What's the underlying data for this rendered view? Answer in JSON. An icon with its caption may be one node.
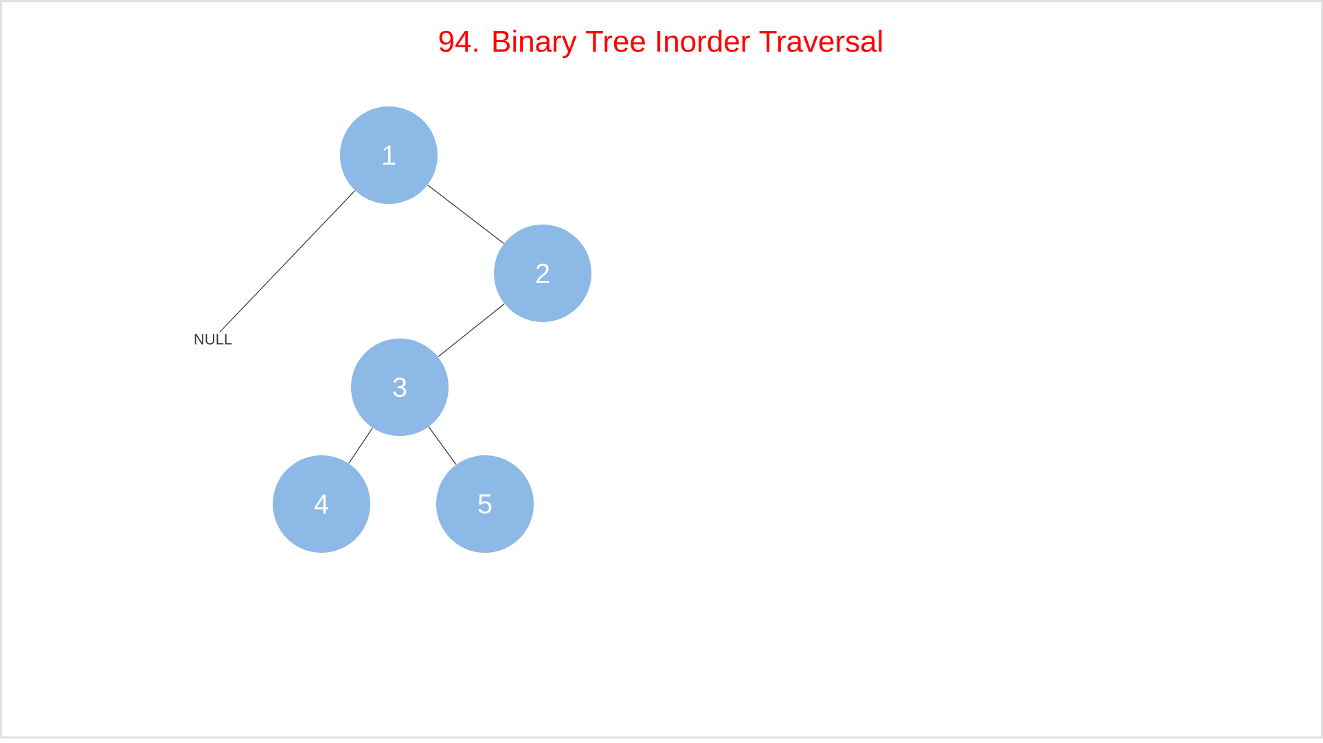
{
  "diagram": {
    "title": "94. Binary Tree Inorder Traversal",
    "nodes": [
      {
        "text": [
          "1"
        ]
      },
      {
        "text": [
          "NULL"
        ]
      },
      {
        "text": [
          "2"
        ]
      },
      {
        "text": [
          "3"
        ]
      },
      {
        "text": [
          "4"
        ]
      },
      {
        "text": [
          "5"
        ]
      }
    ],
    "edges": [
      {
        "from": 0,
        "to": 1,
        "arrow": "none"
      },
      {
        "from": 0,
        "to": 2,
        "arrow": "none"
      },
      {
        "from": 2,
        "to": 3,
        "arrow": "none"
      },
      {
        "from": 3,
        "to": 4,
        "arrow": "none"
      },
      {
        "from": 3,
        "to": 5,
        "arrow": "none"
      }
    ]
  }
}
